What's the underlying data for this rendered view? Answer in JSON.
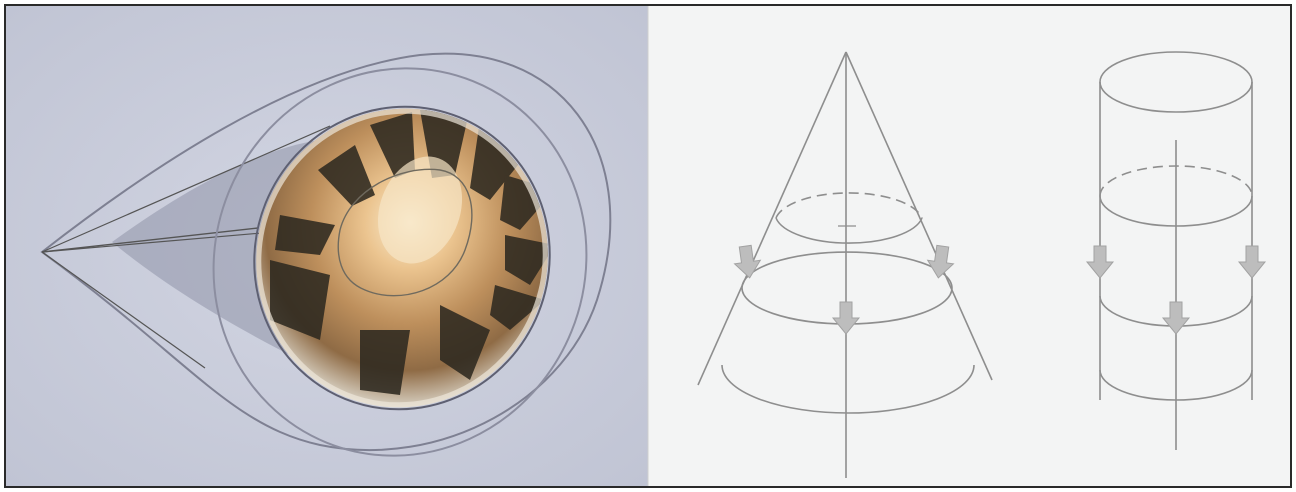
{
  "figure": {
    "photo_panel": {
      "subject": "limpet-shell",
      "background_color": "#c9cddc",
      "shell_colors": {
        "apex": "#f6dfb6",
        "body": "#c89a66",
        "stripe": "#2f2a22",
        "rim": "#e8e2d6"
      }
    },
    "diagram_panel": {
      "background_color": "#f2f3f3",
      "line_color": "#8a8a8a",
      "arrow_color": "#b9b9b9",
      "shapes": [
        {
          "name": "cone",
          "levels": 3,
          "arrows": 3
        },
        {
          "name": "cylinder",
          "levels": 3,
          "arrows": 3
        }
      ]
    }
  }
}
